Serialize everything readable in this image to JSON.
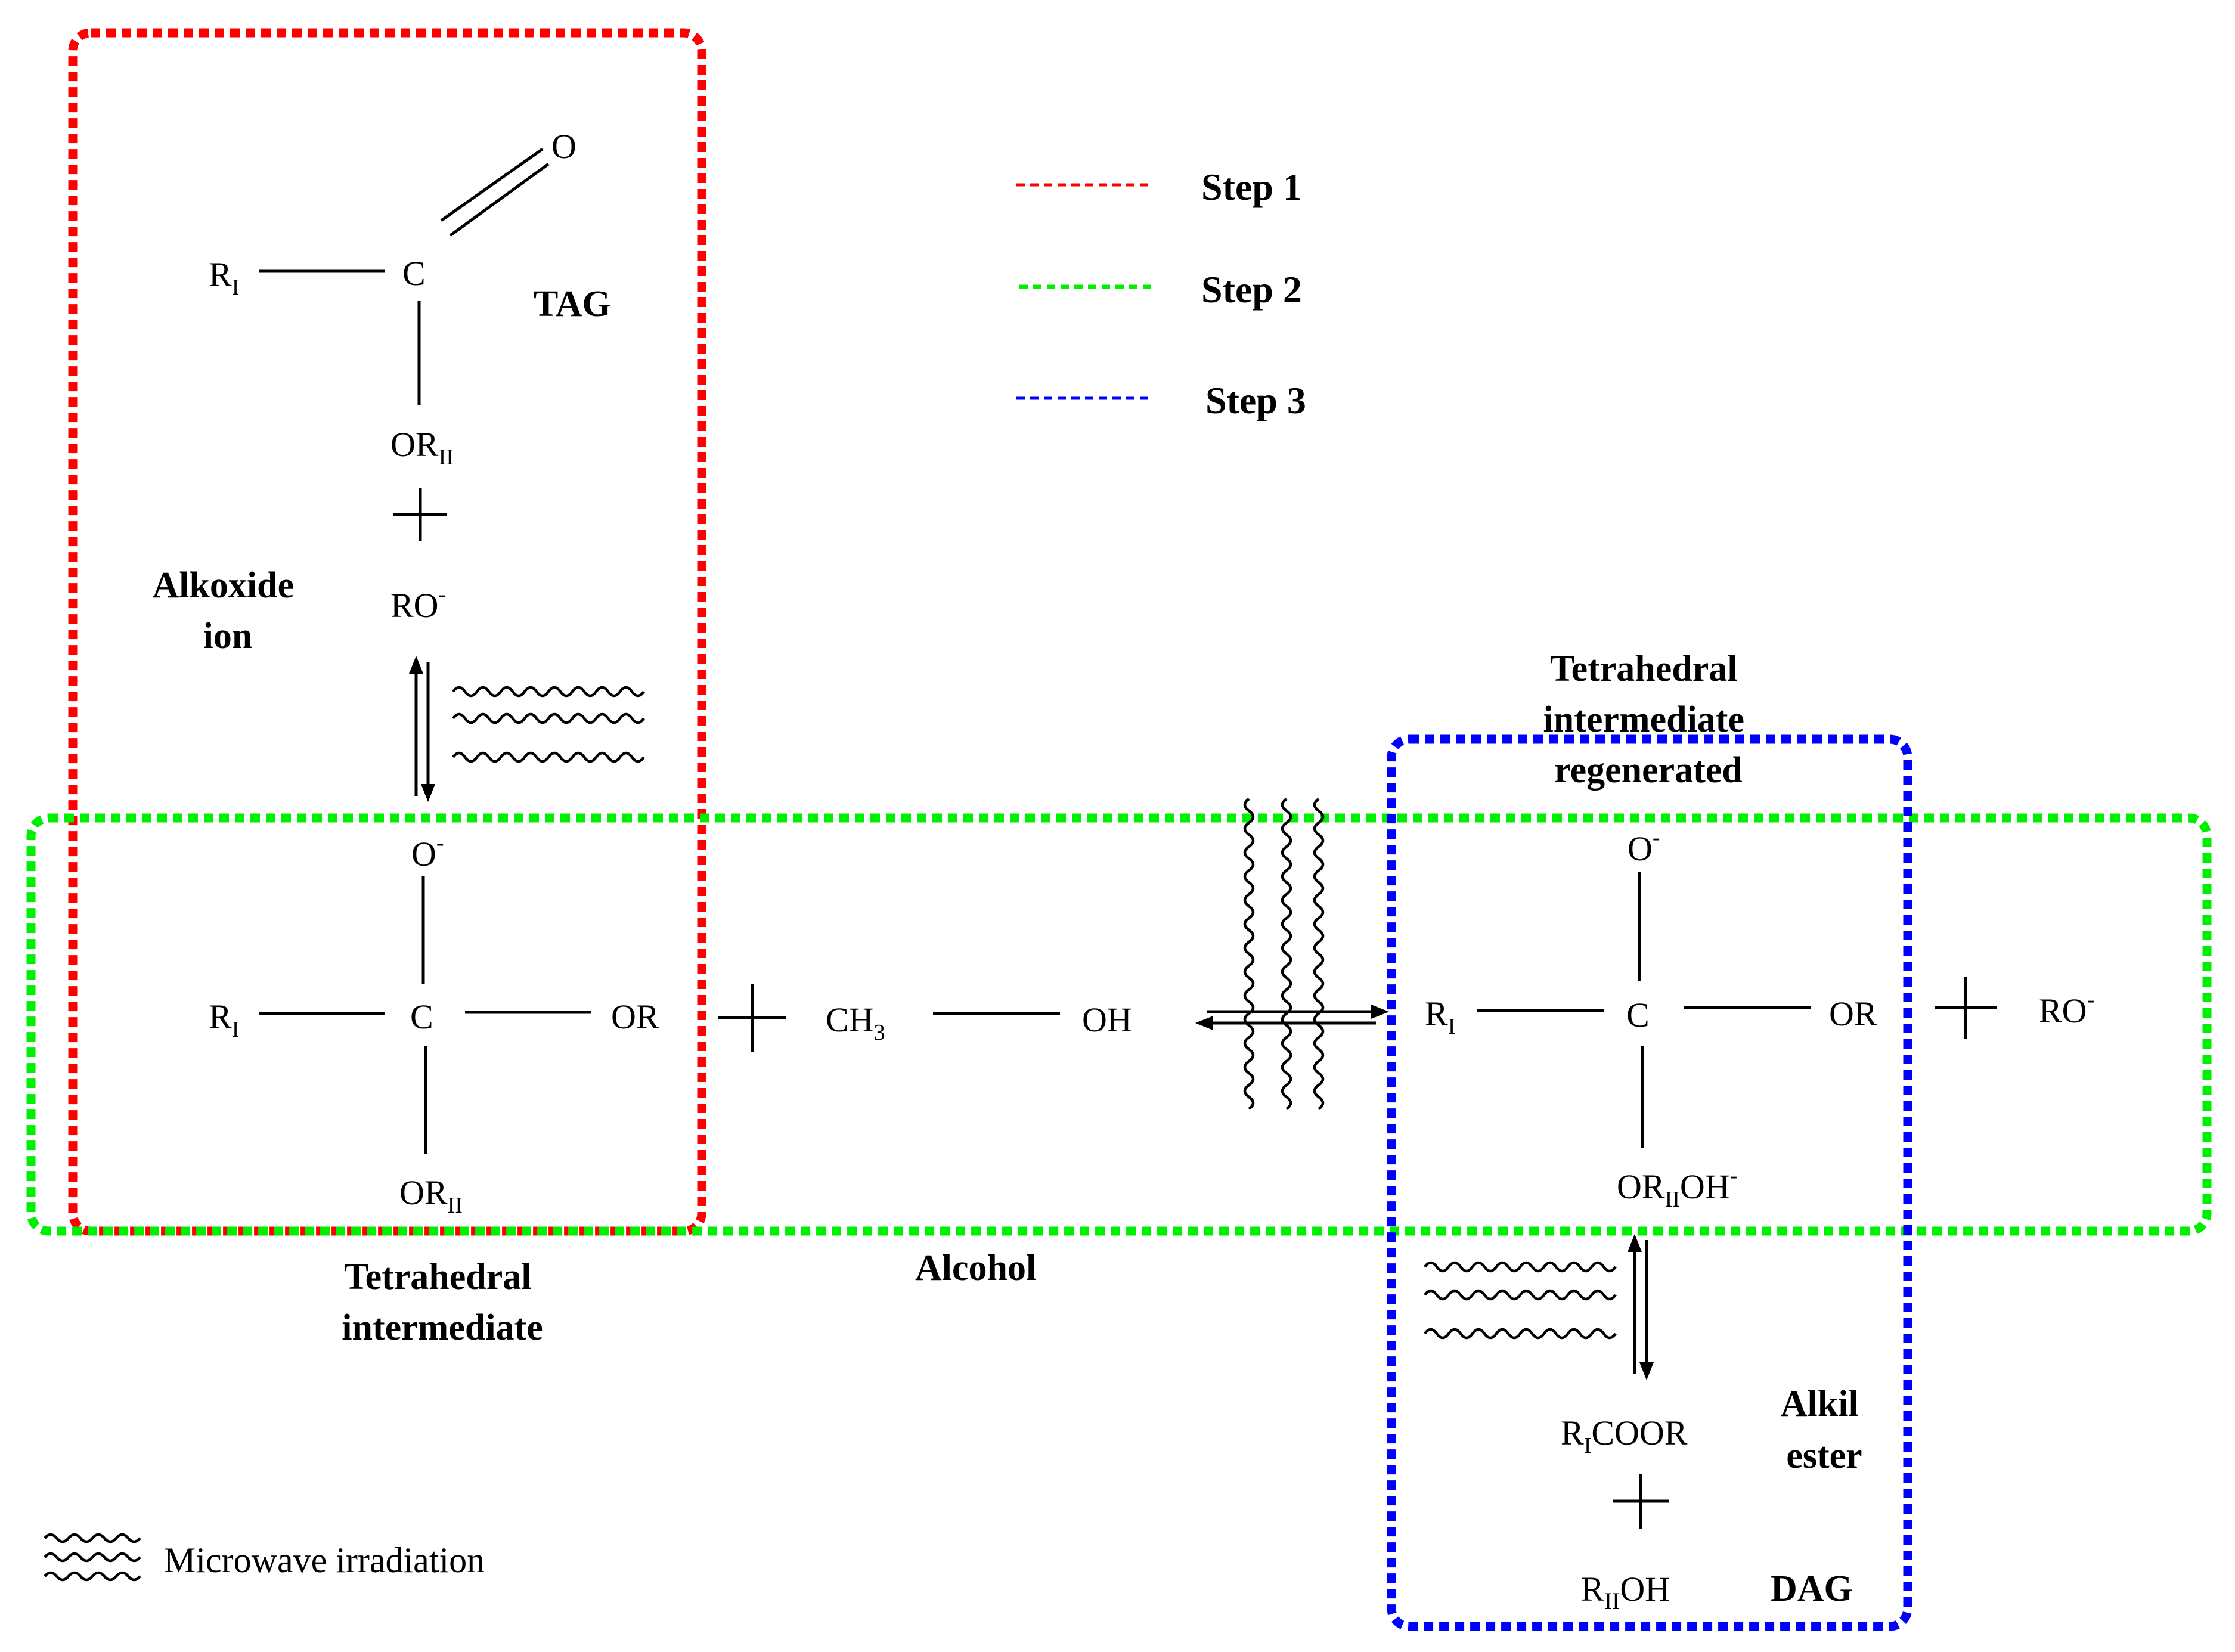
{
  "colors": {
    "step1": "#ff0000",
    "step2": "#00ee00",
    "step3": "#0000ff"
  },
  "legend": [
    {
      "label": "Step 1",
      "color": "#ff0000"
    },
    {
      "label": "Step 2",
      "color": "#00ee00"
    },
    {
      "label": "Step 3",
      "color": "#0000ff"
    }
  ],
  "note": {
    "icon": "microwave-wave-icon",
    "text": "Microwave irradiation"
  },
  "labels": {
    "tag": "TAG",
    "alkoxide_line1": "Alkoxide",
    "alkoxide_line2": "ion",
    "tetra_line1": "Tetrahedral",
    "tetra_line2": "intermediate",
    "alcohol": "Alcohol",
    "regen_line1": "Tetrahedral",
    "regen_line2": "intermediate",
    "regen_line3": "regenerated",
    "alkil_line1": "Alkil",
    "alkil_line2": "ester",
    "dag": "DAG"
  },
  "atoms": {
    "o_carbonyl": "O",
    "c": "C",
    "r_main": "R",
    "sub_i": "I",
    "sub_ii": "II",
    "or_prefix": "OR",
    "or": "OR",
    "ro_base": "RO",
    "charge": "-",
    "o_anion": "O",
    "ch_base": "CH",
    "sub_3": "3",
    "oh": "OH",
    "oh_tail": "OH",
    "coor": "COOR",
    "r_prefix": "R"
  }
}
